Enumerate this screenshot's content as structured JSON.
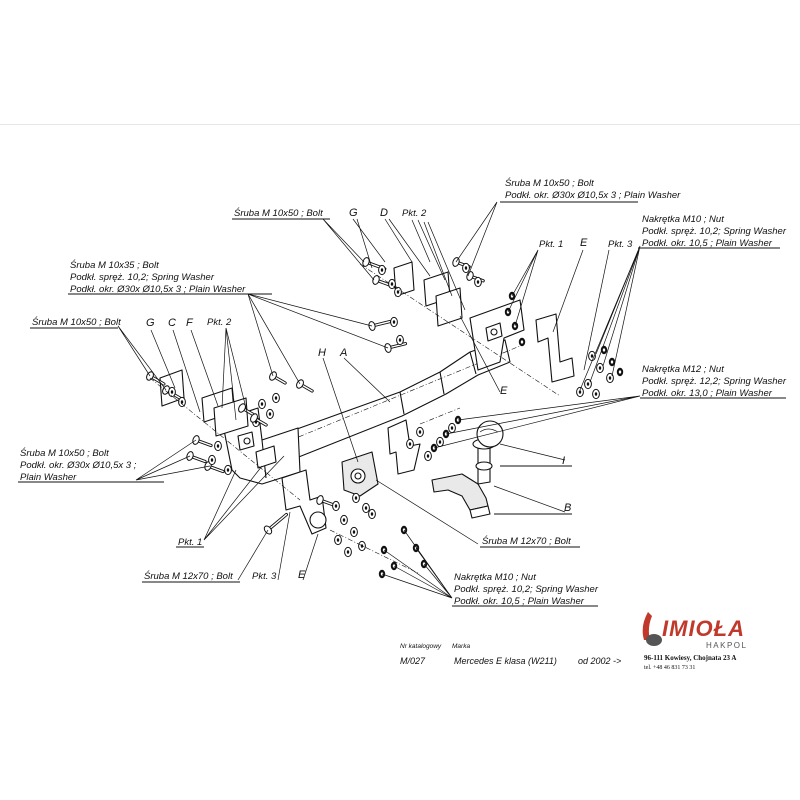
{
  "labels": {
    "g_top": "G",
    "d_top": "D",
    "pkt2_top": "Pkt. 2",
    "bolt_10x50_top": "Śruba M 10x50 ;  Bolt",
    "bolt_right_1": "Śruba M 10x50 ;  Bolt",
    "bolt_right_2": "Podkł. okr.  Ø30x Ø10,5x 3 ; Plain Washer",
    "pkt1_right": "Pkt. 1",
    "e_right": "E",
    "pkt3_right": "Pkt. 3",
    "nut_m10_r1": "Nakrętka  M10 ; Nut",
    "nut_m10_r2": "Podkł. spręż. 10,2; Spring Washer",
    "nut_m10_r3": "Podkł. okr. 10,5  ; Plain Washer",
    "bolt_10x35_1": "Śruba M 10x35 ;  Bolt",
    "bolt_10x35_2": "Podkł. spręż. 10,2; Spring Washer",
    "bolt_10x35_3": "Podkł. okr.  Ø30x Ø10,5x 3 ; Plain Washer",
    "bolt_10x50_left": "Śruba M 10x50 ;  Bolt",
    "g_left": "G",
    "c_left": "C",
    "f_left": "F",
    "pkt2_left": "Pkt. 2",
    "h": "H",
    "a": "A",
    "e_mid": "E",
    "nut_m12_1": "Nakrętka  M12 ; Nut",
    "nut_m12_2": "Podkł. spręż. 12,2; Spring Washer",
    "nut_m12_3": "Podkł. okr. 13,0  ; Plain Washer",
    "bolt_left_1": "Śruba M 10x50 ;  Bolt",
    "bolt_left_2": "Podkł. okr.  Ø30x Ø10,5x 3 ;",
    "bolt_left_3": "Plain Washer",
    "i": "I",
    "b": "B",
    "pkt1_left": "Pkt. 1",
    "bolt_12x70_right": "Śruba M 12x70 ;  Bolt",
    "bolt_12x70_left": "Śruba M 12x70 ;  Bolt",
    "pkt3_left": "Pkt. 3",
    "e_bottom": "E",
    "nut_m10_b1": "Nakrętka  M10 ; Nut",
    "nut_m10_b2": "Podkł. spręż. 10,2; Spring Washer",
    "nut_m10_b3": "Podkł. okr. 10,5  ; Plain Washer"
  },
  "footer": {
    "catalog_label": "Nr katalogowy",
    "brand_label": "Marka",
    "catalog_number": "M/027",
    "model": "Mercedes E klasa (W211)",
    "year": "od  2002 ->"
  },
  "logo": {
    "brand": "IMIOŁA",
    "sub": "HAKPOL",
    "address": "96-111 Kowiesy, Chojnata 23 A",
    "phone": "tel. +48 46 831 73 31",
    "brand_color": "#c0392b"
  }
}
